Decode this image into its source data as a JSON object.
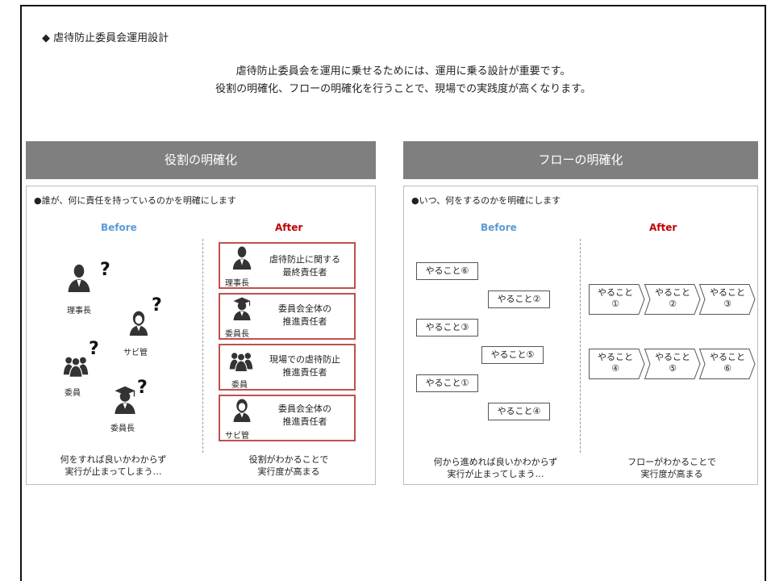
{
  "page": {
    "title": "◆ 虐待防止委員会運用設計",
    "intro_line1": "虐待防止委員会を運用に乗せるためには、運用に乗る設計が重要です。",
    "intro_line2": "役割の明確化、フローの明確化を行うことで、現場での実践度が高くなります。"
  },
  "roles": {
    "band_title": "役割の明確化",
    "bullet": "●誰が、何に責任を持っているのかを明確にします",
    "before_label": "Before",
    "after_label": "After",
    "question": "?",
    "people_before": [
      "理事長",
      "サビ管",
      "委員",
      "委員長"
    ],
    "after_items": [
      {
        "person": "理事長",
        "line1": "虐待防止に関する",
        "line2": "最終責任者"
      },
      {
        "person": "委員長",
        "line1": "委員会全体の",
        "line2": "推進責任者"
      },
      {
        "person": "委員",
        "line1": "現場での虐待防止",
        "line2": "推進責任者"
      },
      {
        "person": "サビ管",
        "line1": "委員会全体の",
        "line2": "推進責任者"
      }
    ],
    "before_caption1": "何をすれば良いかわからず",
    "before_caption2": "実行が止まってしまう…",
    "after_caption1": "役割がわかることで",
    "after_caption2": "実行度が高まる"
  },
  "flow": {
    "band_title": "フローの明確化",
    "bullet": "●いつ、何をするのかを明確にします",
    "before_label": "Before",
    "after_label": "After",
    "before_steps": [
      "やること⑥",
      "やること②",
      "やること③",
      "やること⑤",
      "やること①",
      "やること④"
    ],
    "after_steps": [
      {
        "l1": "やること",
        "l2": "①"
      },
      {
        "l1": "やること",
        "l2": "②"
      },
      {
        "l1": "やること",
        "l2": "③"
      },
      {
        "l1": "やること",
        "l2": "④"
      },
      {
        "l1": "やること",
        "l2": "⑤"
      },
      {
        "l1": "やること",
        "l2": "⑥"
      }
    ],
    "before_caption1": "何から進めれば良いかわからず",
    "before_caption2": "実行が止まってしまう…",
    "after_caption1": "フローがわかることで",
    "after_caption2": "実行度が高まる"
  },
  "colors": {
    "before": "#5b9bd5",
    "after": "#c00000",
    "band": "#7f7f7f",
    "role_border": "#c0504d"
  },
  "icons": [
    "person-suit-icon",
    "person-graduate-icon",
    "person-group-icon",
    "person-female-icon",
    "question-mark-icon",
    "chevron-step-icon"
  ]
}
